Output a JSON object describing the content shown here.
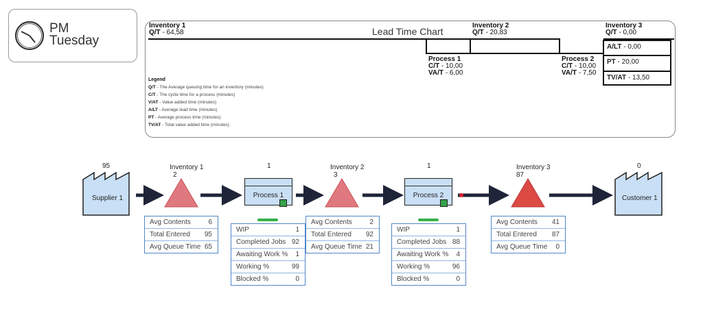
{
  "clock": {
    "period": "PM",
    "day": "Tuesday",
    "icon": "clock-icon"
  },
  "lead_time_chart": {
    "title": "Lead Time Chart",
    "inventory1": {
      "name": "Inventory 1",
      "qt_label": "Q/T",
      "qt_value": "- 64,58"
    },
    "inventory2": {
      "name": "Inventory 2",
      "qt_label": "Q/T",
      "qt_value": "- 20,83"
    },
    "inventory3": {
      "name": "Inventory 3",
      "qt_label": "Q/T",
      "qt_value": "- 0,00"
    },
    "process1": {
      "name": "Process 1",
      "ct_label": "C/T",
      "ct_value": "- 10,00",
      "vat_label": "VA/T",
      "vat_value": "- 6,00"
    },
    "process2": {
      "name": "Process 2",
      "ct_label": "C/T",
      "ct_value": "- 10,00",
      "vat_label": "VA/T",
      "vat_value": "- 7,50"
    },
    "summary": [
      {
        "label": "A/LT",
        "value": "- 0,00"
      },
      {
        "label": "PT",
        "value": "- 20,00"
      },
      {
        "label": "TV/AT",
        "value": "- 13,50"
      }
    ],
    "legend": {
      "title": "Legend",
      "items": [
        {
          "key": "Q/T",
          "text": "- The Average queuing time for an inventory (minutes)"
        },
        {
          "key": "C/T",
          "text": "- The cycle time for a process (minutes)"
        },
        {
          "key": "V/AT",
          "text": "- Value added time (minutes)"
        },
        {
          "key": "A/LT",
          "text": "- Average lead time (minutes)"
        },
        {
          "key": "PT",
          "text": "- Average process time (minutes)"
        },
        {
          "key": "TV/AT",
          "text": "- Total value added time (minutes)"
        }
      ]
    }
  },
  "flow": {
    "supplier": {
      "name": "Supplier 1",
      "count": "95"
    },
    "inventory1": {
      "name": "Inventory 1",
      "count": "2",
      "color": "#e0797f"
    },
    "process1": {
      "name": "Process 1",
      "count": "1"
    },
    "inventory2": {
      "name": "Inventory 2",
      "count": "3",
      "color": "#e0797f"
    },
    "process2": {
      "name": "Process 2",
      "count": "1"
    },
    "inventory3": {
      "name": "Inventory 3",
      "count": "87",
      "color": "#db4a43"
    },
    "customer": {
      "name": "Customer 1",
      "count": "0"
    },
    "colors": {
      "arrow": "#1f2538",
      "factory_fill": "#c9dff5",
      "stats_border": "#4f86c6"
    }
  },
  "stats": {
    "inventory1": [
      {
        "label": "Avg Contents",
        "value": "6"
      },
      {
        "label": "Total Entered",
        "value": "95"
      },
      {
        "label": "Avg Queue Time",
        "value": "65"
      }
    ],
    "process1": [
      {
        "label": "WIP",
        "value": "1"
      },
      {
        "label": "Completed Jobs",
        "value": "92"
      },
      {
        "label": "Awaiting Work %",
        "value": "1"
      },
      {
        "label": "Working %",
        "value": "99"
      },
      {
        "label": "Blocked %",
        "value": "0"
      }
    ],
    "inventory2": [
      {
        "label": "Avg Contents",
        "value": "2"
      },
      {
        "label": "Total Entered",
        "value": "92"
      },
      {
        "label": "Avg Queue Time",
        "value": "21"
      }
    ],
    "process2": [
      {
        "label": "WIP",
        "value": "1"
      },
      {
        "label": "Completed Jobs",
        "value": "88"
      },
      {
        "label": "Awaiting Work %",
        "value": "4"
      },
      {
        "label": "Working %",
        "value": "96"
      },
      {
        "label": "Blocked %",
        "value": "0"
      }
    ],
    "inventory3": [
      {
        "label": "Avg Contents",
        "value": "41"
      },
      {
        "label": "Total Entered",
        "value": "87"
      },
      {
        "label": "Avg Queue Time",
        "value": "0"
      }
    ]
  }
}
